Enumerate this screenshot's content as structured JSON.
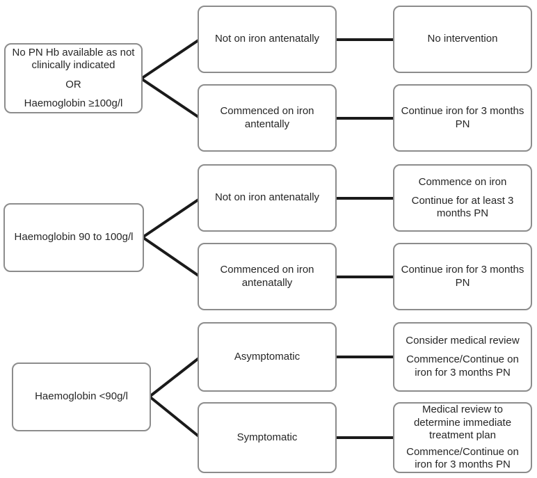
{
  "boxes": {
    "condition1": {
      "lines": [
        "No PN Hb available as not clinically indicated",
        "OR",
        "Haemoglobin ≥100g/l"
      ]
    },
    "status1a": {
      "lines": [
        "Not on iron antenatally"
      ]
    },
    "outcome1a": {
      "lines": [
        "No intervention"
      ]
    },
    "status1b": {
      "lines": [
        "Commenced on iron antentally"
      ]
    },
    "outcome1b": {
      "lines": [
        "Continue iron for 3 months PN"
      ]
    },
    "condition2": {
      "lines": [
        "Haemoglobin 90 to 100g/l"
      ]
    },
    "status2a": {
      "lines": [
        "Not on iron antenatally"
      ]
    },
    "outcome2a": {
      "lines": [
        "Commence on iron",
        "Continue for at least 3 months PN"
      ]
    },
    "status2b": {
      "lines": [
        "Commenced on iron antenatally"
      ]
    },
    "outcome2b": {
      "lines": [
        "Continue iron for 3 months PN"
      ]
    },
    "condition3": {
      "lines": [
        "Haemoglobin <90g/l"
      ]
    },
    "status3a": {
      "lines": [
        "Asymptomatic"
      ]
    },
    "outcome3a": {
      "lines": [
        "Consider medical review",
        "Commence/Continue on iron for 3 months PN"
      ]
    },
    "status3b": {
      "lines": [
        "Symptomatic"
      ]
    },
    "outcome3b": {
      "lines": [
        "Medical review to determine immediate treatment plan",
        "Commence/Continue on iron for 3 months PN"
      ]
    }
  },
  "colors": {
    "box_border": "#8c8c8c",
    "box_fill": "#ffffff",
    "connector": "#1a1a1a",
    "text": "#262626",
    "background": "#ffffff"
  }
}
